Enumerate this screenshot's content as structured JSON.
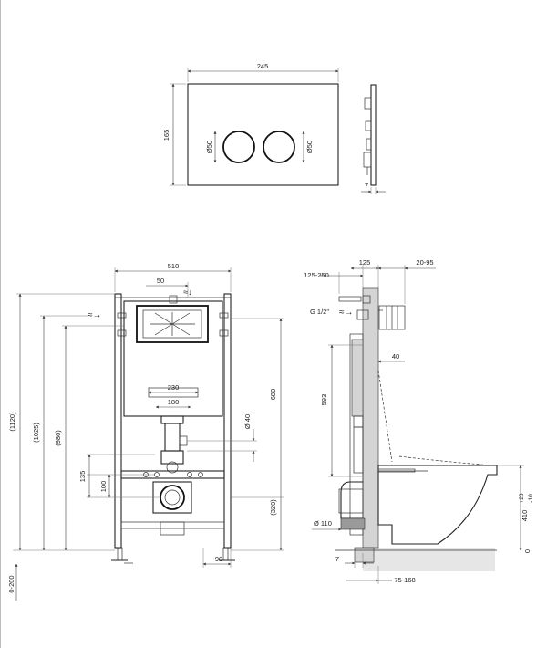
{
  "plate": {
    "width": "245",
    "height": "165",
    "button_left": "Ø50",
    "button_right": "Ø50",
    "depth": "7"
  },
  "front": {
    "frame_width": "510",
    "top_offset": "50",
    "inner_230": "230",
    "inner_180": "180",
    "height_1120": "(1120)",
    "height_1025": "(1025)",
    "height_980": "(980)",
    "height_680": "680",
    "height_320": "(320)",
    "pipe_40": "Ø 40",
    "dim_135": "135",
    "dim_100": "100",
    "dim_90": "90",
    "floor_range": "0-200"
  },
  "side": {
    "dim_125_250": "125-250",
    "dim_125": "125",
    "dim_20_95": "20-95",
    "thread": "G 1/2\"",
    "dim_40": "40",
    "dim_593": "593",
    "pipe_110": "Ø 110",
    "dim_7": "7",
    "dim_75_168": "75-168",
    "height_410": "410",
    "tol_plus": "+20",
    "tol_minus": "-10",
    "zero": "0"
  }
}
